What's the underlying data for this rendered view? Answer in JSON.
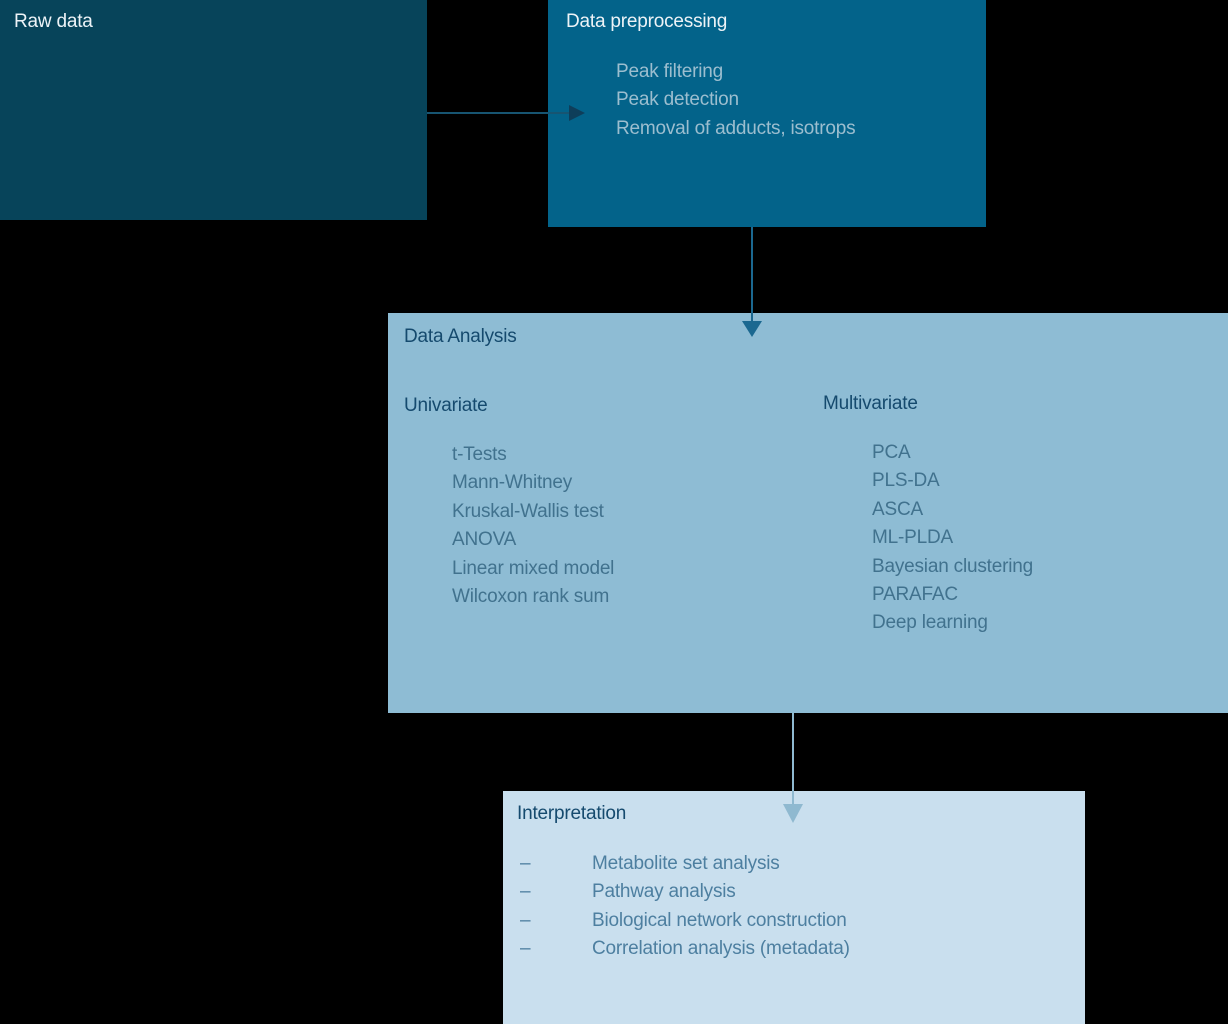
{
  "boxes": {
    "raw_data": {
      "title": "Raw data"
    },
    "preprocessing": {
      "title": "Data preprocessing",
      "items": [
        "Peak filtering",
        "Peak detection",
        "Removal of adducts, isotrops"
      ]
    },
    "analysis": {
      "title": "Data Analysis",
      "columns": [
        {
          "heading": "Univariate",
          "items": [
            "t-Tests",
            "Mann-Whitney",
            "Kruskal-Wallis test",
            "ANOVA",
            "Linear mixed model",
            "Wilcoxon rank sum"
          ]
        },
        {
          "heading": "Multivariate",
          "items": [
            "PCA",
            "PLS-DA",
            "ASCA",
            "ML-PLDA",
            "Bayesian clustering",
            "PARAFAC",
            "Deep learning"
          ]
        }
      ]
    },
    "interpretation": {
      "title": "Interpretation",
      "dash": "–",
      "items": [
        "Metabolite set analysis",
        "Pathway analysis",
        "Biological network construction",
        "Correlation analysis (metadata)"
      ]
    }
  },
  "colors": {
    "background": "#000000",
    "raw_box": "#07445A",
    "preprocessing_box": "#03638A",
    "analysis_box": "#8EBCD4",
    "interpretation_box": "#C9DFEE",
    "title_on_dark": "#EDF3F7",
    "items_on_dark": "#9CBECF",
    "title_on_light": "#154A6E",
    "items_on_light": "#41728E",
    "interp_items": "#4D7FA0",
    "arrow1_line": "#175572",
    "arrow1_head": "#0E3E5A",
    "arrow2": "#1B6890",
    "arrow3": "#8FB9D0"
  }
}
